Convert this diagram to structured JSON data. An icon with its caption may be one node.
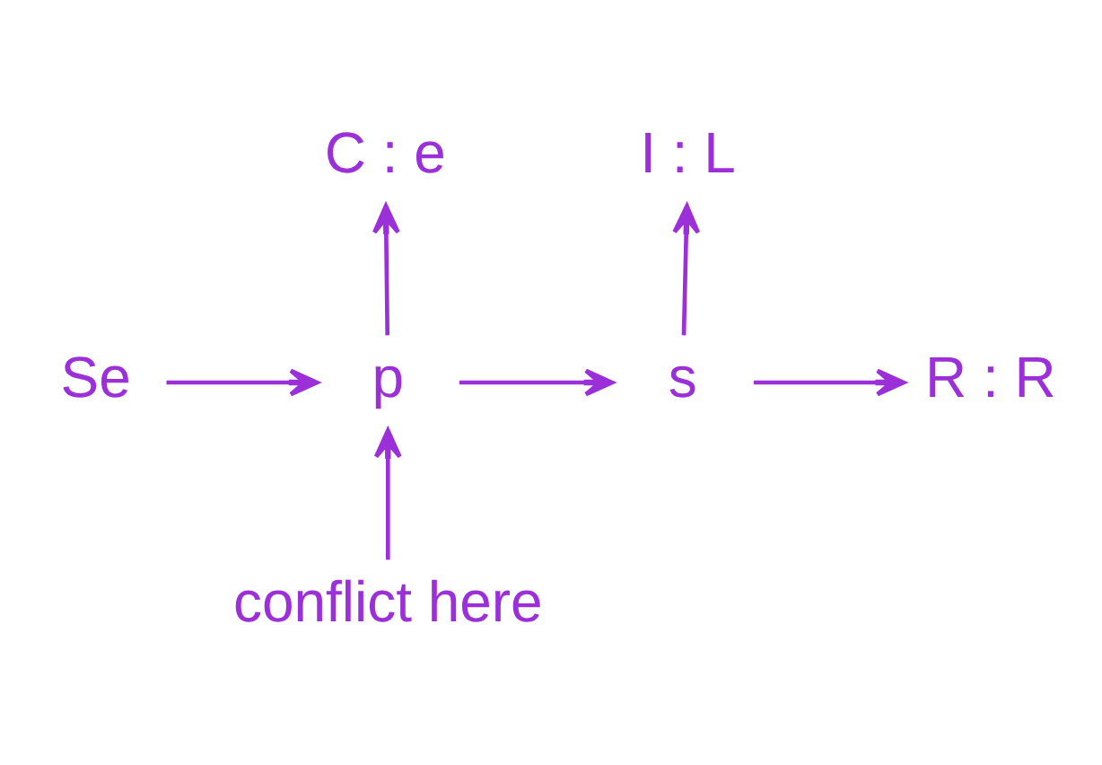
{
  "diagram": {
    "nodes": [
      {
        "text": [
          "C : e"
        ]
      },
      {
        "text": [
          "I : L"
        ]
      },
      {
        "text": [
          "Se"
        ]
      },
      {
        "text": [
          "p"
        ]
      },
      {
        "text": [
          "s"
        ]
      },
      {
        "text": [
          "R : R"
        ]
      },
      {
        "text": [
          "conflict here"
        ]
      }
    ],
    "edges": [
      {
        "from": 2,
        "to": 3,
        "arrow": "to"
      },
      {
        "from": 3,
        "to": 0,
        "arrow": "to"
      },
      {
        "from": 3,
        "to": 4,
        "arrow": "to"
      },
      {
        "from": 4,
        "to": 1,
        "arrow": "to"
      },
      {
        "from": 4,
        "to": 5,
        "arrow": "to"
      },
      {
        "from": 6,
        "to": 3,
        "arrow": "to"
      }
    ]
  }
}
